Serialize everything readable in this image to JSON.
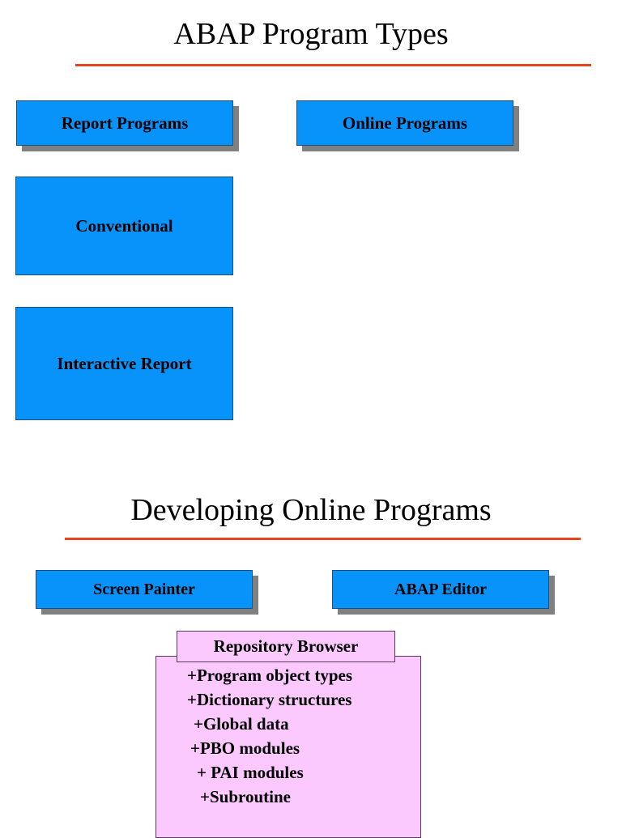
{
  "slide": {
    "background_color": "#FFFFFF",
    "accent_rule_color": "#E8441A",
    "box_blue_color": "#0893FB",
    "box_pink_color": "#FBC9FD",
    "box_shadow_color": "#808080"
  },
  "section_one": {
    "title": "ABAP Program Types",
    "boxes": [
      {
        "label": "Report Programs"
      },
      {
        "label": "Online Programs"
      },
      {
        "label": "Conventional"
      },
      {
        "label": "Interactive Report"
      }
    ]
  },
  "section_two": {
    "title": "Developing Online Programs",
    "boxes": [
      {
        "label": "Screen Painter"
      },
      {
        "label": "ABAP Editor"
      }
    ],
    "repository": {
      "header": "Repository Browser",
      "items": [
        "+Program object types",
        "+Dictionary structures",
        "+Global data",
        "+PBO modules",
        "+ PAI modules",
        "+Subroutine"
      ]
    }
  }
}
